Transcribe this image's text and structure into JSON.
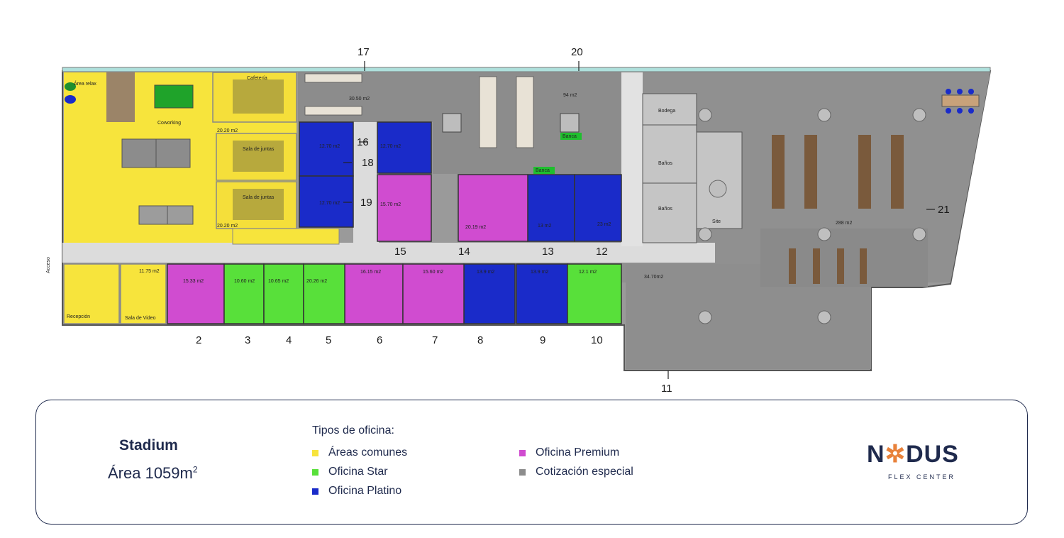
{
  "colors": {
    "areas_comunes": "#f7e43c",
    "star": "#58e03a",
    "platino": "#1a2bc9",
    "premium": "#d04cd0",
    "especial": "#8c8c8c",
    "corridor": "#d9d9d9",
    "brand": "#1f2a4d",
    "accent": "#e8813a"
  },
  "office_numbers": [
    "2",
    "3",
    "4",
    "5",
    "6",
    "7",
    "8",
    "9",
    "10",
    "11",
    "12",
    "13",
    "14",
    "15",
    "16",
    "17",
    "18",
    "19",
    "20",
    "21"
  ],
  "room_labels": {
    "area_relax": "Área relax",
    "cafeteria": "Cafetería",
    "coworking": "Coworking",
    "sala_juntas_1": "Sala de juntas",
    "sala_juntas_2": "Sala de juntas",
    "recepcion": "Recepción",
    "sala_video": "Sala de Video",
    "acceso": "Acceso",
    "bodega": "Bodega",
    "banos_1": "Baños",
    "banos_2": "Baños",
    "site": "Site",
    "banca_1": "Banca",
    "banca_2": "Banca"
  },
  "room_areas": {
    "a_3050": "30.50 m2",
    "a_94": "94 m2",
    "a_2020a": "20.20 m2",
    "a_2020b": "20.20 m2",
    "a_1270a": "12.70 m2",
    "a_1270b": "12.70 m2",
    "a_1270c": "12.70 m2",
    "a_1570": "15.70 m2",
    "a_2019": "20.19 m2",
    "a_13": "13 m2",
    "a_23": "23 m2",
    "a_288": "288 m2",
    "a_1175": "11.75 m2",
    "a_1533": "15.33 m2",
    "a_1060": "10.60 m2",
    "a_1065": "10.65 m2",
    "a_2026": "20.26 m2",
    "a_1615": "16.15 m2",
    "a_1560": "15.60 m2",
    "a_139a": "13.9 m2",
    "a_139b": "13.9 m2",
    "a_121": "12.1 m2",
    "a_3470": "34.70m2"
  },
  "legend": {
    "stadium": "Stadium",
    "area_label": "Área 1059m",
    "area_sup": "2",
    "tipos_title": "Tipos de oficina:",
    "items": [
      {
        "label": "Áreas comunes",
        "color": "#f7e43c"
      },
      {
        "label": "Oficina Star",
        "color": "#58e03a"
      },
      {
        "label": "Oficina Platino",
        "color": "#1a2bc9"
      },
      {
        "label": "Oficina Premium",
        "color": "#d04cd0"
      },
      {
        "label": "Cotización especial",
        "color": "#8c8c8c"
      }
    ]
  },
  "logo": {
    "part1": "N",
    "part2": "DUS",
    "icon_glyph": "✲",
    "subtitle": "FLEX CENTER"
  }
}
